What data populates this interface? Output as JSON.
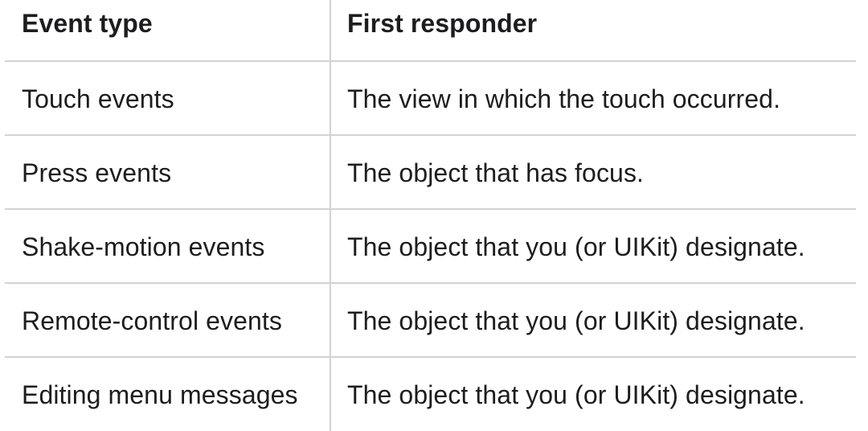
{
  "table": {
    "headers": [
      "Event type",
      "First responder"
    ],
    "rows": [
      [
        "Touch events",
        "The view in which the touch occurred."
      ],
      [
        "Press events",
        "The object that has focus."
      ],
      [
        "Shake-motion events",
        "The object that you (or UIKit) designate."
      ],
      [
        "Remote-control events",
        "The object that you (or UIKit) designate."
      ],
      [
        "Editing menu messages",
        "The object that you (or UIKit) designate."
      ]
    ]
  }
}
